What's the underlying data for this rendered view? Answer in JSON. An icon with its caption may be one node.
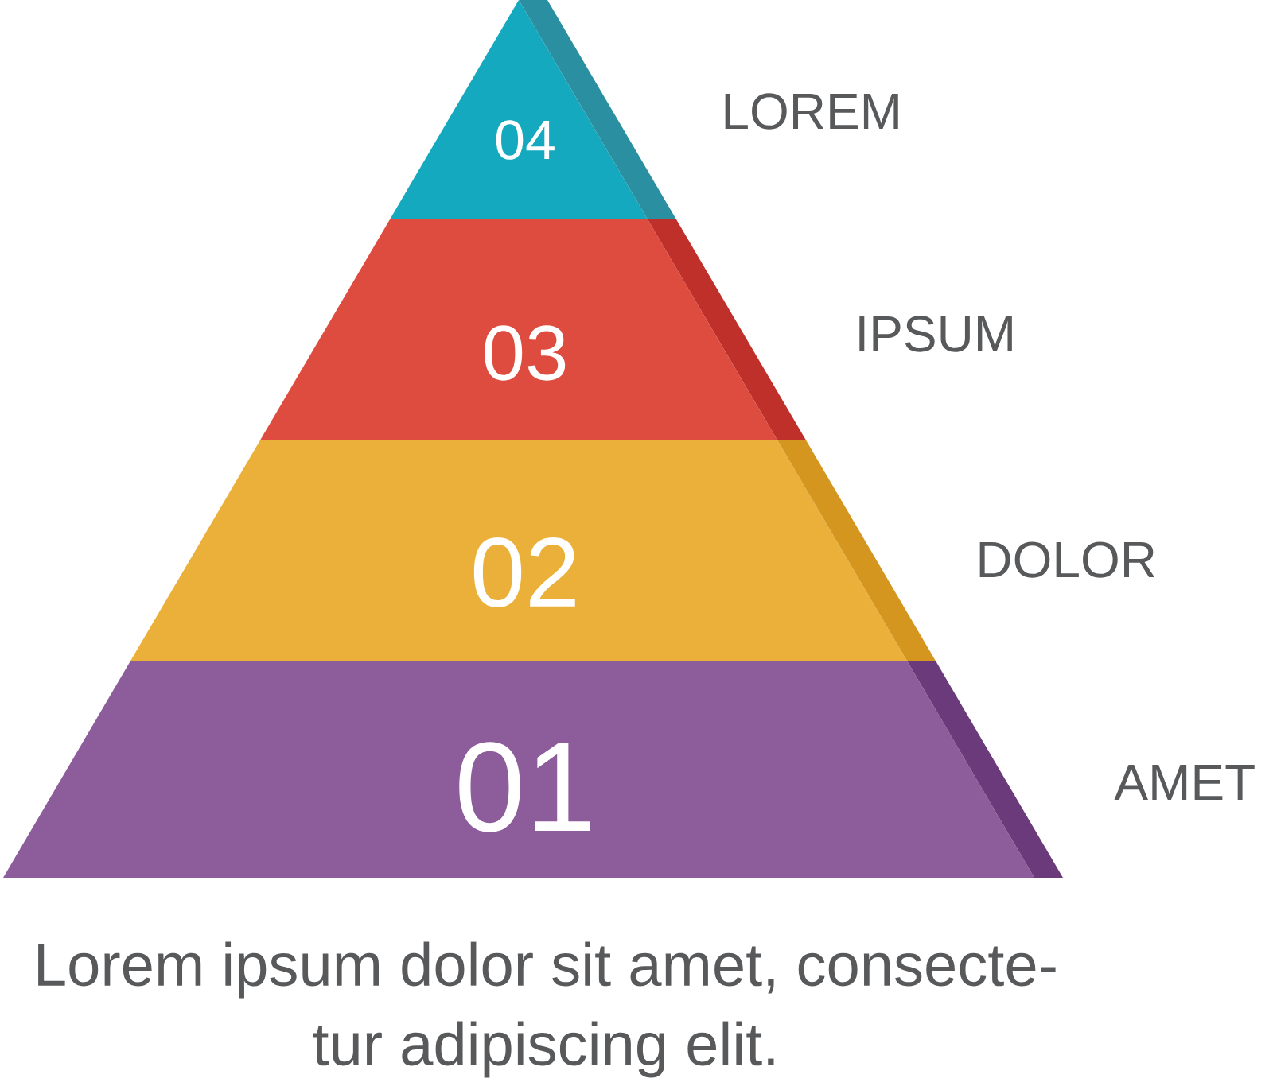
{
  "diagram": {
    "caption": "Lorem ipsum dolor sit amet, consecte- tur adipiscing elit.",
    "nodes": [
      {
        "text": [
          "04"
        ],
        "beside": [
          "LOREM"
        ]
      },
      {
        "text": [
          "03"
        ],
        "beside": [
          "IPSUM"
        ]
      },
      {
        "text": [
          "02"
        ],
        "beside": [
          "DOLOR"
        ]
      },
      {
        "text": [
          "01"
        ],
        "beside": [
          "AMET"
        ]
      }
    ]
  }
}
